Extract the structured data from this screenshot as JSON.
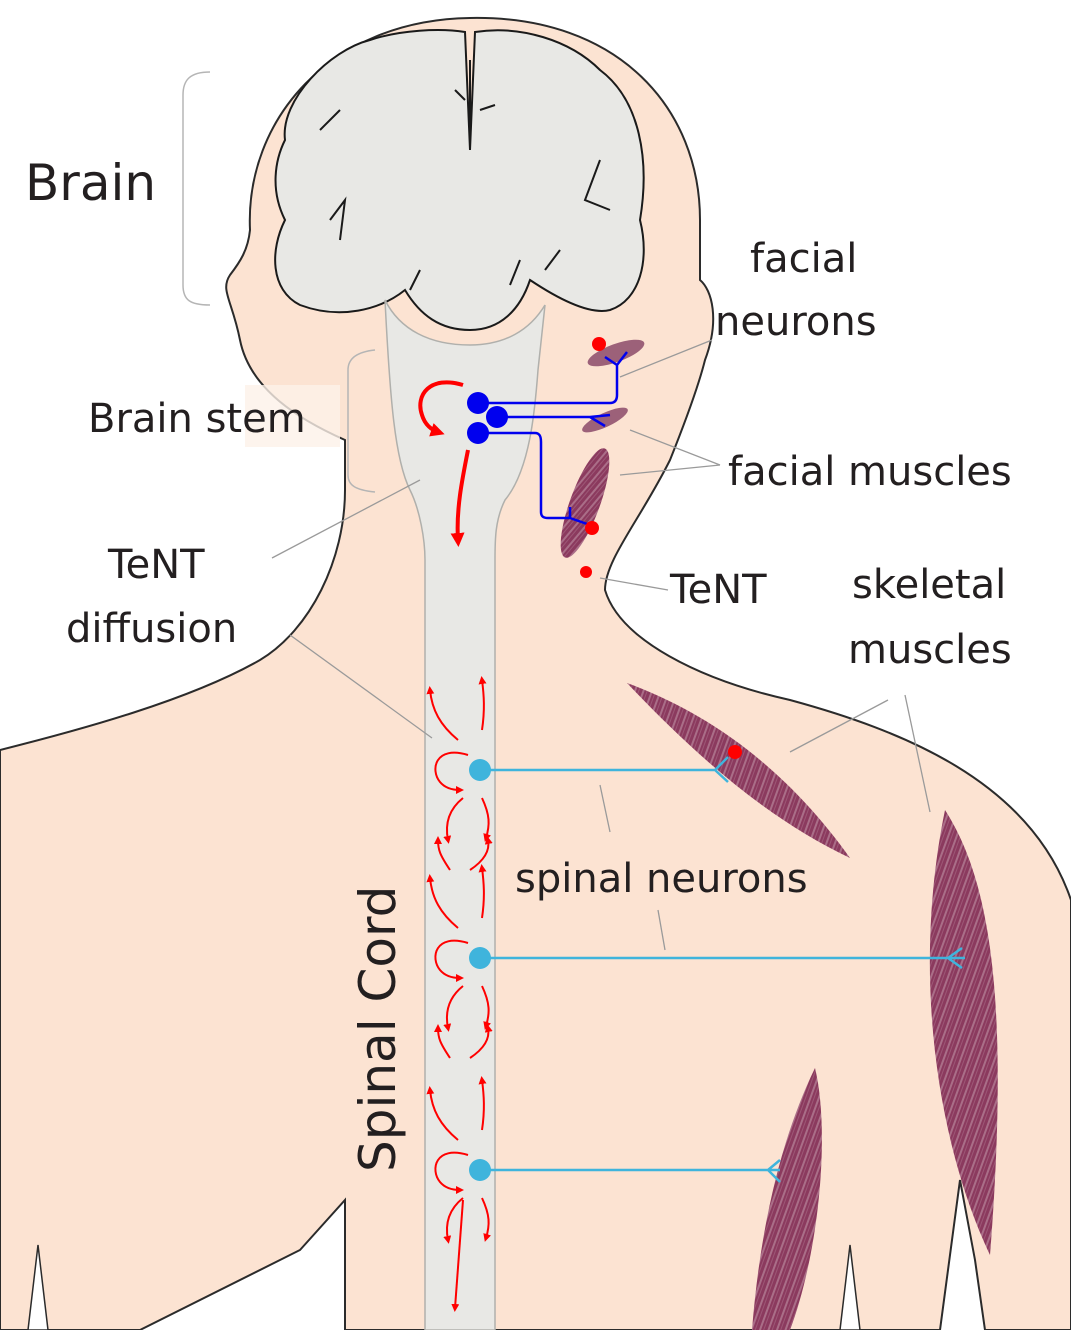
{
  "title": "Tetanus toxin (TeNT) spread from facial and skeletal muscles to brain stem and spinal cord",
  "labels": {
    "brain": "Brain",
    "brain_stem": "Brain stem",
    "tent_diffusion_line1": "TeNT",
    "tent_diffusion_line2": "diffusion",
    "facial_neurons_line1": "facial",
    "facial_neurons_line2": "neurons",
    "facial_muscles": "facial muscles",
    "tent": "TeNT",
    "skeletal_muscles_line1": "skeletal",
    "skeletal_muscles_line2": "muscles",
    "spinal_neurons": "spinal neurons",
    "spinal_cord": "Spinal Cord"
  },
  "legend_semantics": {
    "red_dot": "TeNT (tetanus neurotoxin)",
    "red_arrows": "TeNT diffusion",
    "blue_neurons": "facial neurons (brain stem)",
    "cyan_neurons": "spinal neurons",
    "purple_shapes": "muscles"
  },
  "colors": {
    "skin": "#fce3d2",
    "neural_tissue": "#e8e8e5",
    "outline": "#2b2b2b",
    "toxin_red": "#ff0000",
    "facial_neuron_blue": "#0000ee",
    "spinal_neuron_cyan": "#3fb4dc",
    "muscle_purple": "#8b3a5e",
    "muscle_stripe": "#b8859a",
    "leader_gray": "#9a9a9a"
  }
}
